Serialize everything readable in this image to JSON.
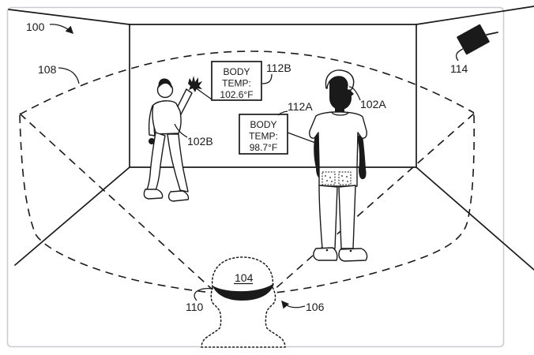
{
  "figure": {
    "ref_labels": {
      "system": "100",
      "field_of_view": "108",
      "person_a": "102A",
      "person_b": "102B",
      "display_headset": "104",
      "head": "106",
      "visor": "110",
      "overlay_a": "112A",
      "overlay_b": "112B",
      "camera": "114"
    },
    "overlays": {
      "a": {
        "line1": "BODY",
        "line2": "TEMP:",
        "line3": "98.7°F"
      },
      "b": {
        "line1": "BODY",
        "line2": "TEMP:",
        "line3": "102.6°F"
      }
    },
    "colors": {
      "ink": "#1a1a1a",
      "frame_border": "#c9cdd1",
      "background": "#ffffff"
    }
  }
}
